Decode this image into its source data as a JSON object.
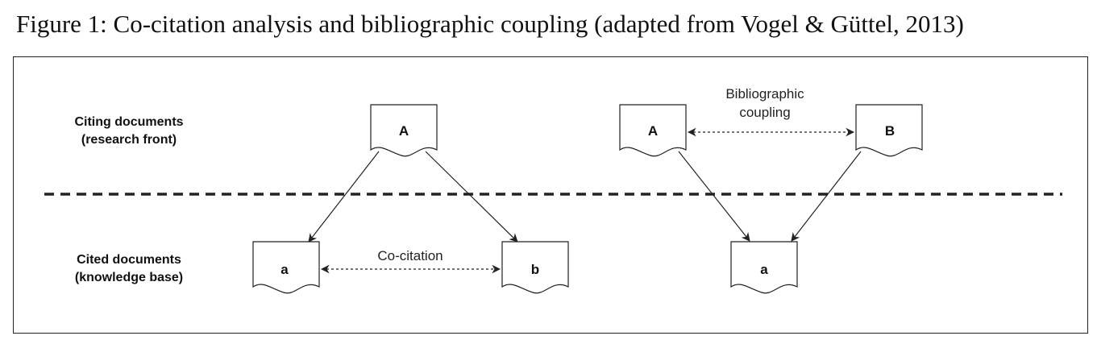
{
  "figure": {
    "caption": "Figure 1: Co-citation analysis and bibliographic coupling (adapted from Vogel & Güttel, 2013)"
  },
  "levels": {
    "citing": {
      "line1": "Citing documents",
      "line2": "(research front)"
    },
    "cited": {
      "line1": "Cited documents",
      "line2": "(knowledge base)"
    }
  },
  "co_citation": {
    "label": "Co-citation",
    "citing_doc": "A",
    "cited_docs": [
      "a",
      "b"
    ]
  },
  "bibliographic_coupling": {
    "label_line1": "Bibliographic",
    "label_line2": "coupling",
    "citing_docs": [
      "A",
      "B"
    ],
    "cited_doc": "a"
  }
}
